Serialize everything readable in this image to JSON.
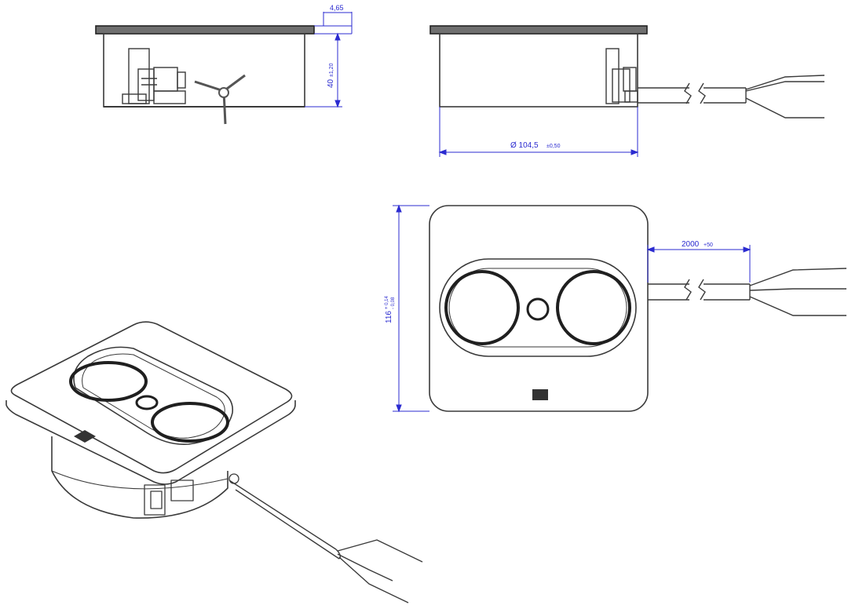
{
  "dimensions": {
    "flange_thickness": {
      "value": "4,65",
      "tolerance": ""
    },
    "body_height": {
      "value": "40",
      "tolerance": "±1,20"
    },
    "diameter": {
      "value": "Ø 104,5",
      "tolerance": "±0,50"
    },
    "cable_length": {
      "value": "2000",
      "tolerance": "+50"
    },
    "plate_width": {
      "value": "116",
      "tolerance_upper": "+ 0,14",
      "tolerance_lower": "- 0,08"
    }
  },
  "colors": {
    "line": "#3a3a3a",
    "dimension": "#2b2bd0",
    "flange_fill": "#6f6f6f"
  },
  "icons": [
    "socket-body",
    "cable-with-wires",
    "terminal-block",
    "label-mark"
  ]
}
